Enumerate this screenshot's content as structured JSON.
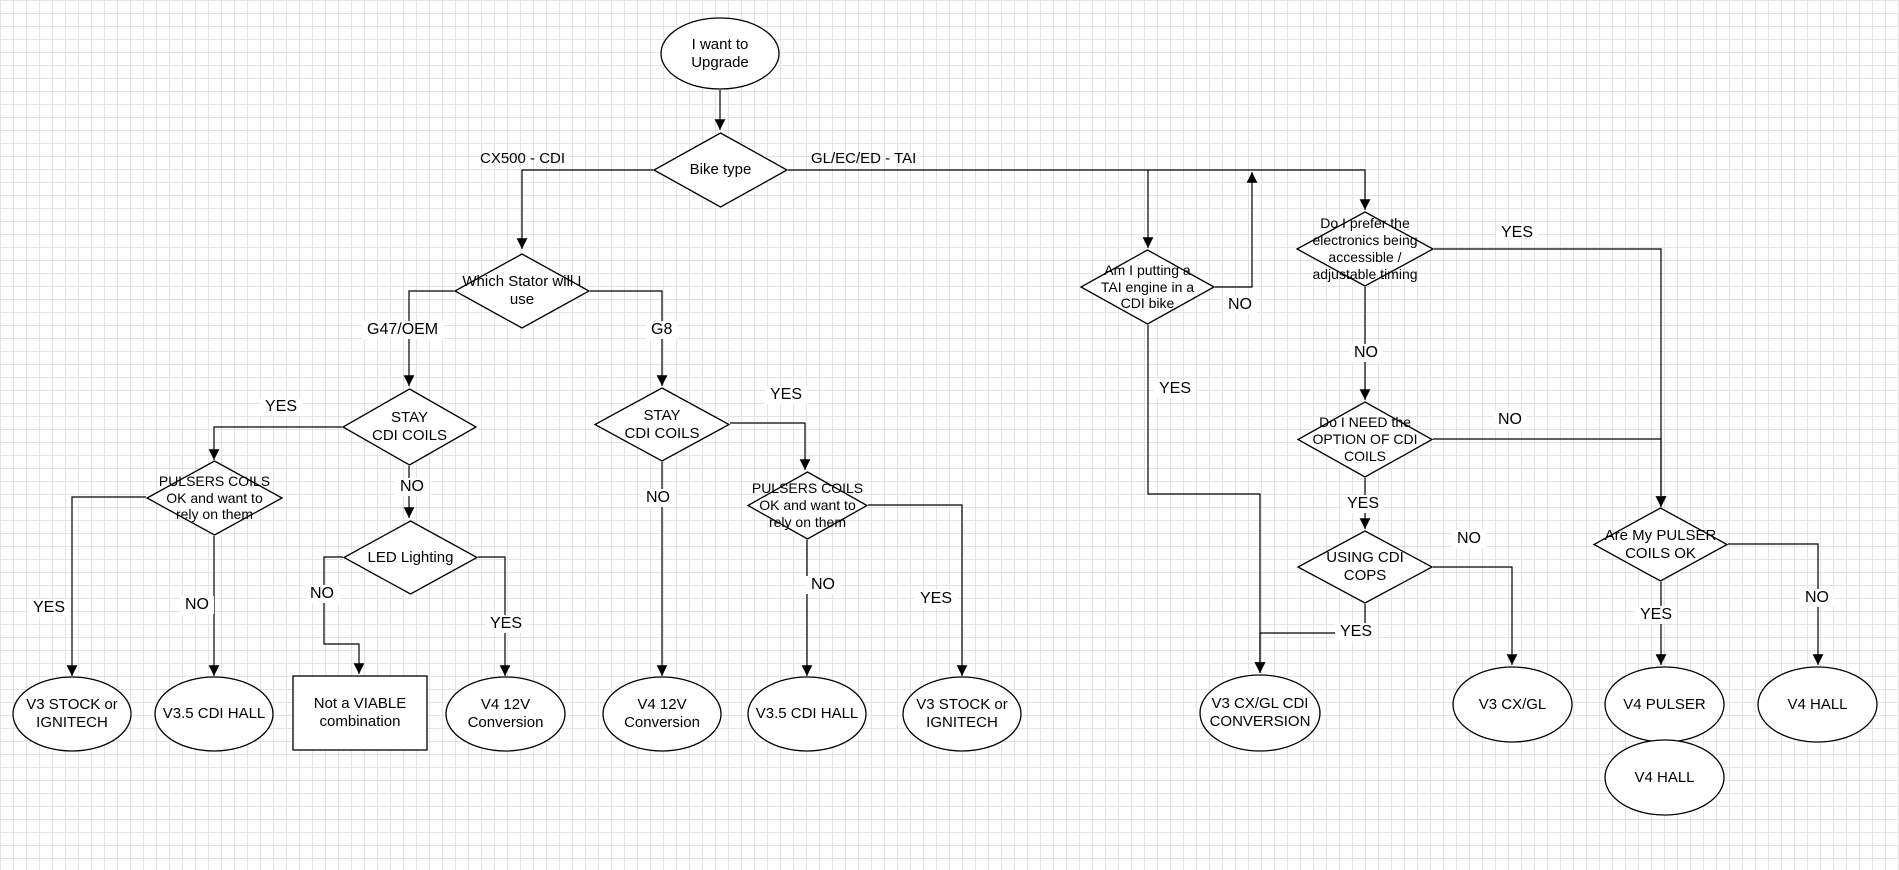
{
  "nodes": [
    {
      "id": "start",
      "kind": "ellipse",
      "lines": [
        "I want to",
        "Upgrade"
      ]
    },
    {
      "id": "bike_type",
      "kind": "diamond",
      "lines": [
        "Bike type"
      ]
    },
    {
      "id": "which_stator",
      "kind": "diamond",
      "lines": [
        "Which Stator will I",
        "use"
      ]
    },
    {
      "id": "stay_cdi_left",
      "kind": "diamond",
      "lines": [
        "STAY",
        "CDI COILS"
      ]
    },
    {
      "id": "pulsers_left",
      "kind": "diamond",
      "lines": [
        "PULSERS COILS",
        "OK and want to",
        "rely on them"
      ]
    },
    {
      "id": "led_lighting",
      "kind": "diamond",
      "lines": [
        "LED Lighting"
      ]
    },
    {
      "id": "stay_cdi_g8",
      "kind": "diamond",
      "lines": [
        "STAY",
        "CDI COILS"
      ]
    },
    {
      "id": "pulsers_g8",
      "kind": "diamond",
      "lines": [
        "PULSERS COILS",
        "OK and want to",
        "rely on them"
      ]
    },
    {
      "id": "tai_in_cdi",
      "kind": "diamond",
      "lines": [
        "Am I putting a",
        "TAI engine in a",
        "CDI bike"
      ]
    },
    {
      "id": "prefer_access",
      "kind": "diamond",
      "lines": [
        "Do I prefer the",
        "electronics being",
        "accessible /",
        "adjustable timing"
      ]
    },
    {
      "id": "need_cdi_option",
      "kind": "diamond",
      "lines": [
        "Do I NEED the",
        "OPTION OF CDI",
        "COILS"
      ]
    },
    {
      "id": "using_cops",
      "kind": "diamond",
      "lines": [
        "USING CDI",
        "COPS"
      ]
    },
    {
      "id": "pulser_ok",
      "kind": "diamond",
      "lines": [
        "Are My PULSER",
        "COILS OK"
      ]
    },
    {
      "id": "r_v3_stock_1",
      "kind": "ellipse",
      "lines": [
        "V3 STOCK or",
        "IGNITECH"
      ]
    },
    {
      "id": "r_v35_1",
      "kind": "ellipse",
      "lines": [
        "V3.5 CDI HALL"
      ]
    },
    {
      "id": "r_not_viable",
      "kind": "rect",
      "lines": [
        "Not a VIABLE",
        "combination"
      ]
    },
    {
      "id": "r_v4_12v_1",
      "kind": "ellipse",
      "lines": [
        "V4 12V",
        "Conversion"
      ]
    },
    {
      "id": "r_v4_12v_2",
      "kind": "ellipse",
      "lines": [
        "V4 12V",
        "Conversion"
      ]
    },
    {
      "id": "r_v35_2",
      "kind": "ellipse",
      "lines": [
        "V3.5 CDI HALL"
      ]
    },
    {
      "id": "r_v3_stock_2",
      "kind": "ellipse",
      "lines": [
        "V3 STOCK or",
        "IGNITECH"
      ]
    },
    {
      "id": "r_v3_cxgl_cdi",
      "kind": "ellipse",
      "lines": [
        "V3 CX/GL CDI",
        "CONVERSION"
      ]
    },
    {
      "id": "r_v3_cxgl",
      "kind": "ellipse",
      "lines": [
        "V3 CX/GL"
      ]
    },
    {
      "id": "r_v4_pulser",
      "kind": "ellipse",
      "lines": [
        "V4 PULSER"
      ]
    },
    {
      "id": "r_v4_hall_1",
      "kind": "ellipse",
      "lines": [
        "V4 HALL"
      ]
    },
    {
      "id": "r_v4_hall_2",
      "kind": "ellipse",
      "lines": [
        "V4 HALL"
      ]
    }
  ],
  "edge_labels": {
    "cx500": "CX500 - CDI",
    "gl_tai": "GL/EC/ED - TAI",
    "g47": "G47/OEM",
    "g8": "G8",
    "stay_left_yes": "YES",
    "stay_left_no": "NO",
    "pulsers_left_yes": "YES",
    "pulsers_left_no": "NO",
    "led_no": "NO",
    "led_yes": "YES",
    "stay_g8_yes": "YES",
    "stay_g8_no": "NO",
    "pulsers_g8_no": "NO",
    "pulsers_g8_yes": "YES",
    "tai_no": "NO",
    "tai_yes": "YES",
    "prefer_yes": "YES",
    "prefer_no": "NO",
    "need_no": "NO",
    "need_yes": "YES",
    "cops_no": "NO",
    "cops_yes": "YES",
    "pulser_ok_yes": "YES",
    "pulser_ok_no": "NO"
  },
  "style": {
    "stroke": "#000000",
    "fill": "#ffffff",
    "grid": "#e4e4e4"
  }
}
